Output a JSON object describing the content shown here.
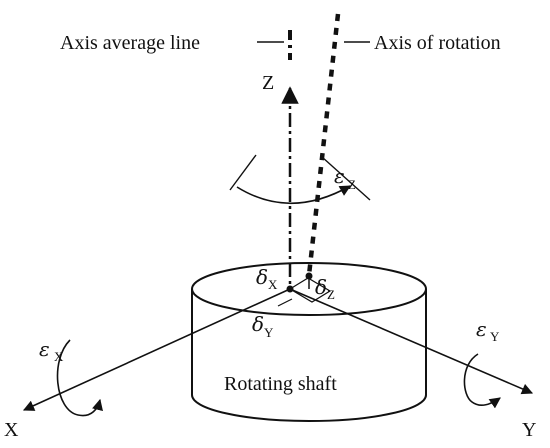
{
  "labels": {
    "axis_average_line": "Axis average line",
    "axis_of_rotation": "Axis of rotation",
    "z_axis": "Z",
    "x_axis": "X",
    "y_axis": "Y",
    "shaft": "Rotating shaft"
  },
  "errors": {
    "eps_symbol": "ε",
    "delta_symbol": "δ",
    "sub_x": "X",
    "sub_y": "Y",
    "sub_z": "Z"
  },
  "colors": {
    "ink": "#111111",
    "background": "#ffffff"
  }
}
